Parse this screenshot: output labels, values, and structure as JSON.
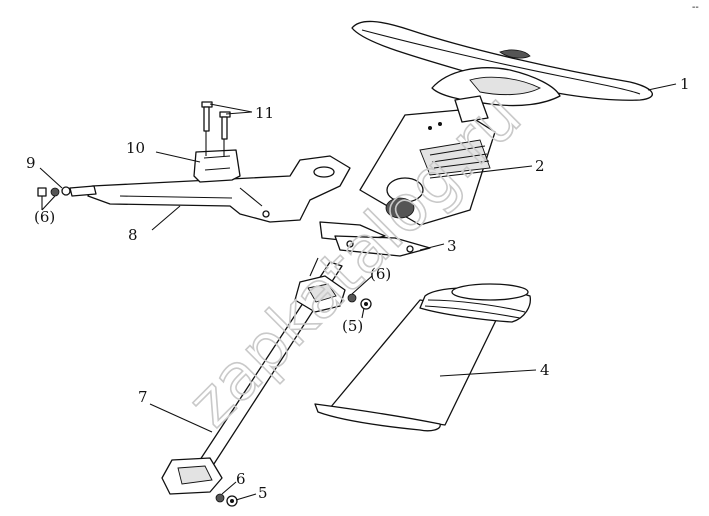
{
  "watermark": "zapkatalog.ru",
  "corner_mark": "--",
  "labels": [
    {
      "id": "1",
      "text": "1"
    },
    {
      "id": "2",
      "text": "2"
    },
    {
      "id": "3",
      "text": "3"
    },
    {
      "id": "4",
      "text": "4"
    },
    {
      "id": "5a",
      "text": "(5)"
    },
    {
      "id": "5b",
      "text": "5"
    },
    {
      "id": "6a",
      "text": "(6)"
    },
    {
      "id": "6b",
      "text": "(6)"
    },
    {
      "id": "6c",
      "text": "6"
    },
    {
      "id": "7",
      "text": "7"
    },
    {
      "id": "8",
      "text": "8"
    },
    {
      "id": "9",
      "text": "9"
    },
    {
      "id": "10",
      "text": "10"
    },
    {
      "id": "11",
      "text": "11"
    }
  ]
}
